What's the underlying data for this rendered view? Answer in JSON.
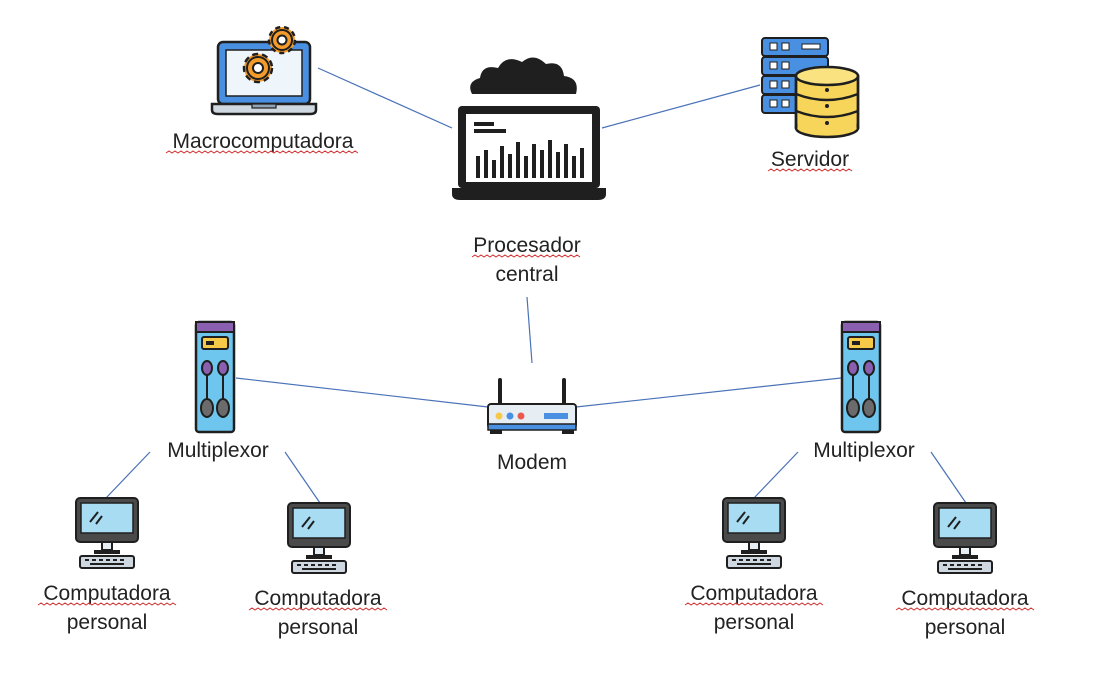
{
  "nodes": {
    "macro": {
      "label": [
        "Macrocomputadora"
      ]
    },
    "cpu": {
      "label": [
        "Procesador",
        "central"
      ]
    },
    "server": {
      "label": [
        "Servidor"
      ]
    },
    "modem": {
      "label": [
        "Modem"
      ]
    },
    "mux_left": {
      "label": [
        "Multiplexor"
      ]
    },
    "mux_right": {
      "label": [
        "Multiplexor"
      ]
    },
    "pc1": {
      "label": [
        "Computadora",
        "personal"
      ]
    },
    "pc2": {
      "label": [
        "Computadora",
        "personal"
      ]
    },
    "pc3": {
      "label": [
        "Computadora",
        "personal"
      ]
    },
    "pc4": {
      "label": [
        "Computadora",
        "personal"
      ]
    }
  },
  "edges": [
    [
      "macro",
      "cpu"
    ],
    [
      "server",
      "cpu"
    ],
    [
      "cpu",
      "modem"
    ],
    [
      "modem",
      "mux_left"
    ],
    [
      "modem",
      "mux_right"
    ],
    [
      "mux_left",
      "pc1"
    ],
    [
      "mux_left",
      "pc2"
    ],
    [
      "mux_right",
      "pc3"
    ],
    [
      "mux_right",
      "pc4"
    ]
  ],
  "colors": {
    "connector": "#4a72b8",
    "spellcheck_underline": "#d03030",
    "gear": "#f39c2b",
    "server_blue": "#4a90e2",
    "database": "#f7d55a",
    "screen": "#a8dcf2",
    "mux_body": "#6ec6ee",
    "mux_top": "#8a5fb0",
    "mux_yellow": "#f7c948",
    "outline": "#1f1f1f"
  }
}
